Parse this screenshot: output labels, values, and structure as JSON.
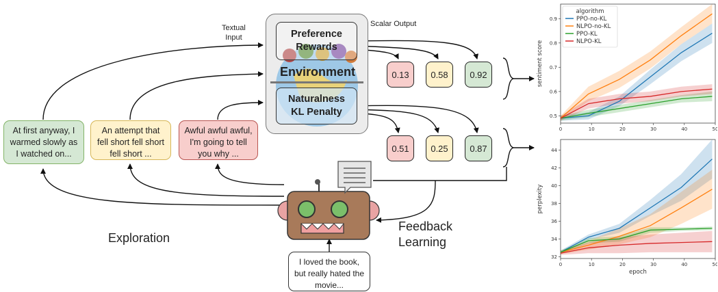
{
  "labels": {
    "textual_input": "Textual\nInput",
    "scalar_output": "Scalar Output",
    "preference_rewards": "Preference\nRewards",
    "environment": "Environment",
    "naturalness_penalty": "Naturalness\nKL Penalty",
    "exploration": "Exploration",
    "feedback_learning": "Feedback\nLearning"
  },
  "samples": [
    {
      "text": "At first anyway, I warmed slowly as I watched on...",
      "color": "green"
    },
    {
      "text": "An attempt that fell short fell short fell short ...",
      "color": "yellow"
    },
    {
      "text": "Awful awful awful, I'm going to tell you why ...",
      "color": "red"
    }
  ],
  "prompt": "I loved the book, but really hated the movie...",
  "reward_scores": [
    "0.13",
    "0.58",
    "0.92"
  ],
  "penalty_scores": [
    "0.51",
    "0.25",
    "0.87"
  ],
  "colors": {
    "green": "#82b366",
    "yellow": "#d6b656",
    "red": "#b85450"
  },
  "chart_data": [
    {
      "type": "line",
      "xlabel": "",
      "ylabel": "sentiment score",
      "xlim": [
        0,
        50
      ],
      "ylim": [
        0.47,
        0.96
      ],
      "xticks": [
        "0",
        "10",
        "20",
        "30",
        "40",
        "50"
      ],
      "yticks": [
        "0.5",
        "0.6",
        "0.7",
        "0.8",
        "0.9"
      ],
      "legend_title": "algorithm",
      "legend_position": "top-left",
      "x": [
        0,
        9,
        19,
        29,
        39,
        49
      ],
      "series": [
        {
          "name": "PPO-no-KL",
          "color": "#1f77b4",
          "values": [
            0.49,
            0.5,
            0.56,
            0.66,
            0.76,
            0.84
          ],
          "band": [
            0.01,
            0.015,
            0.02,
            0.03,
            0.035,
            0.04
          ]
        },
        {
          "name": "NLPO-no-KL",
          "color": "#ff7f0e",
          "values": [
            0.49,
            0.59,
            0.65,
            0.73,
            0.83,
            0.92
          ],
          "band": [
            0.01,
            0.03,
            0.035,
            0.035,
            0.035,
            0.04
          ]
        },
        {
          "name": "PPO-KL",
          "color": "#2ca02c",
          "values": [
            0.49,
            0.51,
            0.53,
            0.55,
            0.57,
            0.58
          ],
          "band": [
            0.01,
            0.015,
            0.015,
            0.015,
            0.015,
            0.02
          ]
        },
        {
          "name": "NLPO-KL",
          "color": "#d62728",
          "values": [
            0.49,
            0.55,
            0.57,
            0.58,
            0.6,
            0.61
          ],
          "band": [
            0.01,
            0.02,
            0.02,
            0.02,
            0.02,
            0.02
          ]
        }
      ]
    },
    {
      "type": "line",
      "xlabel": "epoch",
      "ylabel": "perplexity",
      "xlim": [
        0,
        50
      ],
      "ylim": [
        31.8,
        45.2
      ],
      "xticks": [
        "0",
        "10",
        "20",
        "30",
        "40",
        "50"
      ],
      "yticks": [
        "32",
        "34",
        "36",
        "38",
        "40",
        "42",
        "44"
      ],
      "x": [
        0,
        9,
        19,
        29,
        39,
        49
      ],
      "series": [
        {
          "name": "PPO-no-KL",
          "color": "#1f77b4",
          "values": [
            32.5,
            34.2,
            35.2,
            37.5,
            39.8,
            43.0
          ],
          "band": [
            0.2,
            0.3,
            0.5,
            0.9,
            1.5,
            2.2
          ]
        },
        {
          "name": "NLPO-no-KL",
          "color": "#ff7f0e",
          "values": [
            32.5,
            33.3,
            34.3,
            35.5,
            37.5,
            39.6
          ],
          "band": [
            0.2,
            0.5,
            0.9,
            1.3,
            1.8,
            2.2
          ]
        },
        {
          "name": "PPO-KL",
          "color": "#2ca02c",
          "values": [
            32.5,
            33.8,
            34.0,
            35.0,
            35.1,
            35.2
          ],
          "band": [
            0.2,
            0.3,
            0.3,
            0.3,
            0.2,
            0.2
          ]
        },
        {
          "name": "NLPO-KL",
          "color": "#d62728",
          "values": [
            32.4,
            33.0,
            33.3,
            33.5,
            33.6,
            33.7
          ],
          "band": [
            0.2,
            0.6,
            0.9,
            1.0,
            1.1,
            1.2
          ]
        }
      ]
    }
  ]
}
